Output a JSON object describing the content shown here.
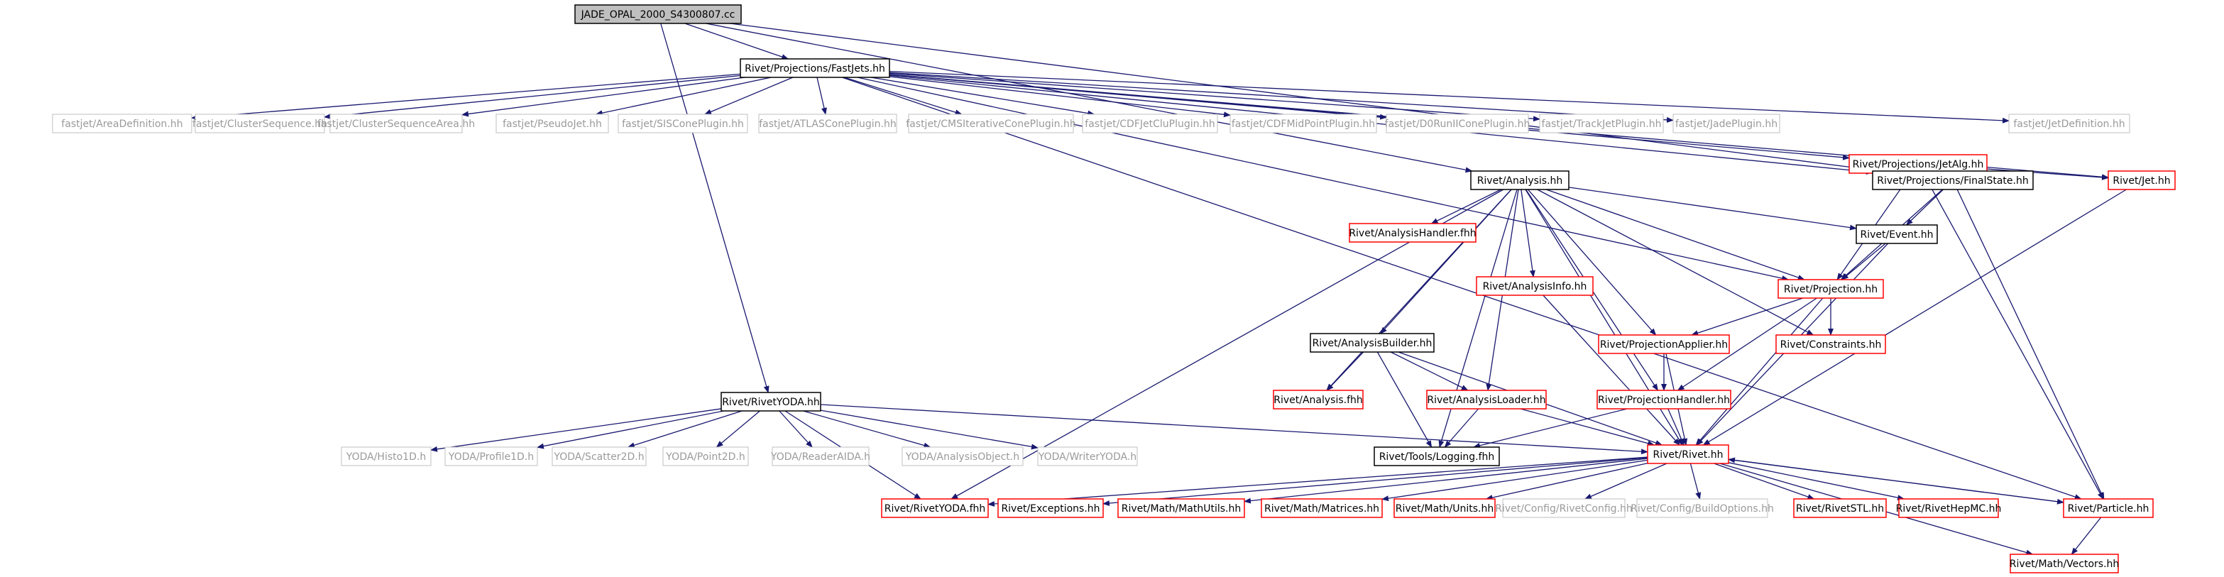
{
  "colors": {
    "edge": "#191970",
    "root_fill": "#bfbfbf",
    "doc_border": "#000000",
    "doc_text": "#000000",
    "incomplete_border": "#ff0000",
    "incomplete_text": "#000000",
    "external_border": "#bfbfbf",
    "external_text": "#9a9a9a"
  },
  "nodes": [
    {
      "id": "root",
      "label": "JADE_OPAL_2000_S4300807.cc",
      "kind": "root"
    },
    {
      "id": "fastjets",
      "label": "Rivet/Projections/FastJets.hh",
      "kind": "doc"
    },
    {
      "id": "area",
      "label": "fastjet/AreaDefinition.hh",
      "kind": "external"
    },
    {
      "id": "clseq",
      "label": "fastjet/ClusterSequence.hh",
      "kind": "external"
    },
    {
      "id": "clseqarea",
      "label": "fastjet/ClusterSequenceArea.hh",
      "kind": "external"
    },
    {
      "id": "pseudo",
      "label": "fastjet/PseudoJet.hh",
      "kind": "external"
    },
    {
      "id": "siscone",
      "label": "fastjet/SISConePlugin.hh",
      "kind": "external"
    },
    {
      "id": "atlas",
      "label": "fastjet/ATLASConePlugin.hh",
      "kind": "external"
    },
    {
      "id": "cms",
      "label": "fastjet/CMSIterativeConePlugin.hh",
      "kind": "external"
    },
    {
      "id": "cdfclu",
      "label": "fastjet/CDFJetCluPlugin.hh",
      "kind": "external"
    },
    {
      "id": "cdfmid",
      "label": "fastjet/CDFMidPointPlugin.hh",
      "kind": "external"
    },
    {
      "id": "d0",
      "label": "fastjet/D0RunIIConePlugin.hh",
      "kind": "external"
    },
    {
      "id": "trackjet",
      "label": "fastjet/TrackJetPlugin.hh",
      "kind": "external"
    },
    {
      "id": "jade",
      "label": "fastjet/JadePlugin.hh",
      "kind": "external"
    },
    {
      "id": "jetalg",
      "label": "Rivet/Projections/JetAlg.hh",
      "kind": "incomplete"
    },
    {
      "id": "jetdef",
      "label": "fastjet/JetDefinition.hh",
      "kind": "external"
    },
    {
      "id": "finalstate",
      "label": "Rivet/Projections/FinalState.hh",
      "kind": "doc"
    },
    {
      "id": "jet",
      "label": "Rivet/Jet.hh",
      "kind": "incomplete"
    },
    {
      "id": "analysis",
      "label": "Rivet/Analysis.hh",
      "kind": "doc"
    },
    {
      "id": "anahandler",
      "label": "Rivet/AnalysisHandler.fhh",
      "kind": "incomplete"
    },
    {
      "id": "event",
      "label": "Rivet/Event.hh",
      "kind": "doc"
    },
    {
      "id": "anainfo",
      "label": "Rivet/AnalysisInfo.hh",
      "kind": "incomplete"
    },
    {
      "id": "projection",
      "label": "Rivet/Projection.hh",
      "kind": "incomplete"
    },
    {
      "id": "anabuilder",
      "label": "Rivet/AnalysisBuilder.hh",
      "kind": "doc"
    },
    {
      "id": "projapplier",
      "label": "Rivet/ProjectionApplier.hh",
      "kind": "incomplete"
    },
    {
      "id": "constraints",
      "label": "Rivet/Constraints.hh",
      "kind": "incomplete"
    },
    {
      "id": "rivetyoda",
      "label": "Rivet/RivetYODA.hh",
      "kind": "doc"
    },
    {
      "id": "anafhh",
      "label": "Rivet/Analysis.fhh",
      "kind": "incomplete"
    },
    {
      "id": "analoader",
      "label": "Rivet/AnalysisLoader.hh",
      "kind": "incomplete"
    },
    {
      "id": "projhandler",
      "label": "Rivet/ProjectionHandler.hh",
      "kind": "incomplete"
    },
    {
      "id": "histo1d",
      "label": "YODA/Histo1D.h",
      "kind": "external"
    },
    {
      "id": "profile1d",
      "label": "YODA/Profile1D.h",
      "kind": "external"
    },
    {
      "id": "scatter2d",
      "label": "YODA/Scatter2D.h",
      "kind": "external"
    },
    {
      "id": "point2d",
      "label": "YODA/Point2D.h",
      "kind": "external"
    },
    {
      "id": "readeraida",
      "label": "YODA/ReaderAIDA.h",
      "kind": "external"
    },
    {
      "id": "anaobject",
      "label": "YODA/AnalysisObject.h",
      "kind": "external"
    },
    {
      "id": "writeryoda",
      "label": "YODA/WriterYODA.h",
      "kind": "external"
    },
    {
      "id": "logging",
      "label": "Rivet/Tools/Logging.fhh",
      "kind": "doc"
    },
    {
      "id": "rivet",
      "label": "Rivet/Rivet.hh",
      "kind": "incomplete"
    },
    {
      "id": "rivetyodafhh",
      "label": "Rivet/RivetYODA.fhh",
      "kind": "incomplete"
    },
    {
      "id": "exceptions",
      "label": "Rivet/Exceptions.hh",
      "kind": "incomplete"
    },
    {
      "id": "mathutils",
      "label": "Rivet/Math/MathUtils.hh",
      "kind": "incomplete"
    },
    {
      "id": "matrices",
      "label": "Rivet/Math/Matrices.hh",
      "kind": "incomplete"
    },
    {
      "id": "units",
      "label": "Rivet/Math/Units.hh",
      "kind": "incomplete"
    },
    {
      "id": "rivetconfig",
      "label": "Rivet/Config/RivetConfig.hh",
      "kind": "external"
    },
    {
      "id": "buildopts",
      "label": "Rivet/Config/BuildOptions.hh",
      "kind": "external"
    },
    {
      "id": "rivetstl",
      "label": "Rivet/RivetSTL.hh",
      "kind": "incomplete"
    },
    {
      "id": "hepmc",
      "label": "Rivet/RivetHepMC.hh",
      "kind": "incomplete"
    },
    {
      "id": "particle",
      "label": "Rivet/Particle.hh",
      "kind": "incomplete"
    },
    {
      "id": "vectors",
      "label": "Rivet/Math/Vectors.hh",
      "kind": "incomplete"
    }
  ],
  "edges": [
    [
      "root",
      "fastjets"
    ],
    [
      "root",
      "analysis"
    ],
    [
      "root",
      "rivetyoda"
    ],
    [
      "root",
      "finalstate"
    ],
    [
      "fastjets",
      "area"
    ],
    [
      "fastjets",
      "clseq"
    ],
    [
      "fastjets",
      "clseqarea"
    ],
    [
      "fastjets",
      "pseudo"
    ],
    [
      "fastjets",
      "siscone"
    ],
    [
      "fastjets",
      "atlas"
    ],
    [
      "fastjets",
      "cms"
    ],
    [
      "fastjets",
      "cdfclu"
    ],
    [
      "fastjets",
      "cdfmid"
    ],
    [
      "fastjets",
      "d0"
    ],
    [
      "fastjets",
      "trackjet"
    ],
    [
      "fastjets",
      "jade"
    ],
    [
      "fastjets",
      "jetalg"
    ],
    [
      "fastjets",
      "jetdef"
    ],
    [
      "fastjets",
      "finalstate"
    ],
    [
      "fastjets",
      "jet"
    ],
    [
      "fastjets",
      "particle"
    ],
    [
      "fastjets",
      "projection"
    ],
    [
      "jetalg",
      "finalstate"
    ],
    [
      "jetalg",
      "jet"
    ],
    [
      "jetalg",
      "particle"
    ],
    [
      "jetalg",
      "projection"
    ],
    [
      "finalstate",
      "event"
    ],
    [
      "finalstate",
      "projection"
    ],
    [
      "finalstate",
      "particle"
    ],
    [
      "jet",
      "rivet"
    ],
    [
      "analysis",
      "anahandler"
    ],
    [
      "analysis",
      "event"
    ],
    [
      "analysis",
      "anainfo"
    ],
    [
      "analysis",
      "projection"
    ],
    [
      "analysis",
      "anabuilder"
    ],
    [
      "analysis",
      "projapplier"
    ],
    [
      "analysis",
      "constraints"
    ],
    [
      "analysis",
      "anafhh"
    ],
    [
      "analysis",
      "analoader"
    ],
    [
      "analysis",
      "projhandler"
    ],
    [
      "analysis",
      "logging"
    ],
    [
      "analysis",
      "rivetyodafhh"
    ],
    [
      "analysis",
      "rivet"
    ],
    [
      "event",
      "projection"
    ],
    [
      "event",
      "rivet"
    ],
    [
      "anainfo",
      "rivet"
    ],
    [
      "projection",
      "projapplier"
    ],
    [
      "projection",
      "constraints"
    ],
    [
      "projection",
      "projhandler"
    ],
    [
      "projection",
      "rivet"
    ],
    [
      "anabuilder",
      "anafhh"
    ],
    [
      "anabuilder",
      "analoader"
    ],
    [
      "anabuilder",
      "logging"
    ],
    [
      "anabuilder",
      "rivet"
    ],
    [
      "projapplier",
      "projhandler"
    ],
    [
      "projapplier",
      "rivet"
    ],
    [
      "analoader",
      "logging"
    ],
    [
      "analoader",
      "rivet"
    ],
    [
      "projhandler",
      "logging"
    ],
    [
      "projhandler",
      "rivet"
    ],
    [
      "rivetyoda",
      "histo1d"
    ],
    [
      "rivetyoda",
      "profile1d"
    ],
    [
      "rivetyoda",
      "scatter2d"
    ],
    [
      "rivetyoda",
      "point2d"
    ],
    [
      "rivetyoda",
      "readeraida"
    ],
    [
      "rivetyoda",
      "anaobject"
    ],
    [
      "rivetyoda",
      "writeryoda"
    ],
    [
      "rivetyoda",
      "rivetyodafhh"
    ],
    [
      "rivetyoda",
      "rivet"
    ],
    [
      "rivet",
      "rivetyodafhh"
    ],
    [
      "rivet",
      "exceptions"
    ],
    [
      "rivet",
      "mathutils"
    ],
    [
      "rivet",
      "matrices"
    ],
    [
      "rivet",
      "units"
    ],
    [
      "rivet",
      "rivetconfig"
    ],
    [
      "rivet",
      "buildopts"
    ],
    [
      "rivet",
      "rivetstl"
    ],
    [
      "rivet",
      "hepmc"
    ],
    [
      "rivet",
      "particle"
    ],
    [
      "rivet",
      "vectors"
    ],
    [
      "particle",
      "rivet"
    ],
    [
      "particle",
      "vectors"
    ]
  ]
}
